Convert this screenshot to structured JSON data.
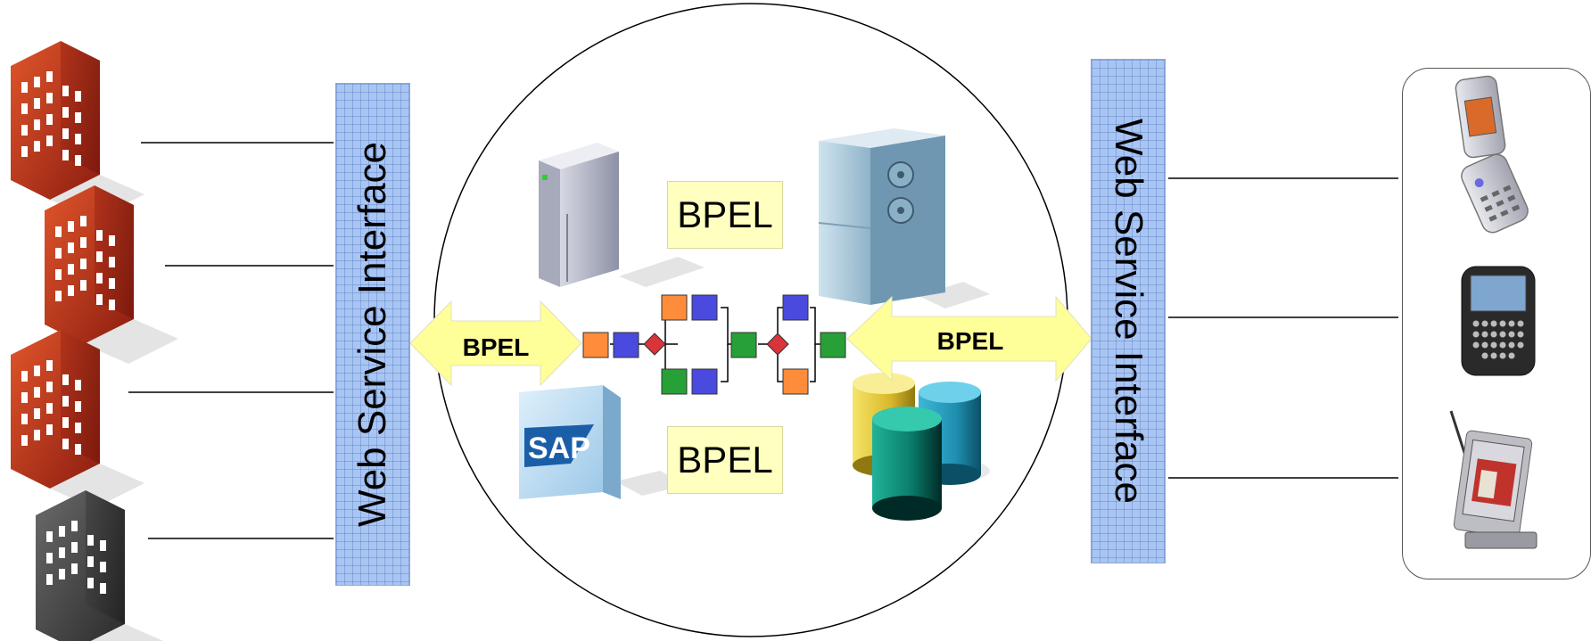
{
  "diagram": {
    "left_interface": {
      "label": "Web Service Interface"
    },
    "right_interface": {
      "label": "Web Service Interface"
    },
    "bpel_boxes": [
      {
        "label": "BPEL"
      },
      {
        "label": "BPEL"
      }
    ],
    "arrows": [
      {
        "label": "BPEL"
      },
      {
        "label": "BPEL"
      }
    ],
    "sap_logo_text": "SAP",
    "colors": {
      "interface_fill": "#a9c5f2",
      "bpel_box_fill": "#ffffc0",
      "arrow_fill": "#ffff99",
      "building_red": "#c0391b",
      "building_gray": "#4a4a4a",
      "node_orange": "#ff8c3a",
      "node_blue": "#4a4adf",
      "node_green": "#27a037",
      "node_red": "#d9343a"
    },
    "icons": [
      "building-icon",
      "server-icon",
      "mainframe-icon",
      "sap-cube-icon",
      "database-icon",
      "flip-phone-icon",
      "blackberry-icon",
      "pda-card-icon"
    ]
  }
}
